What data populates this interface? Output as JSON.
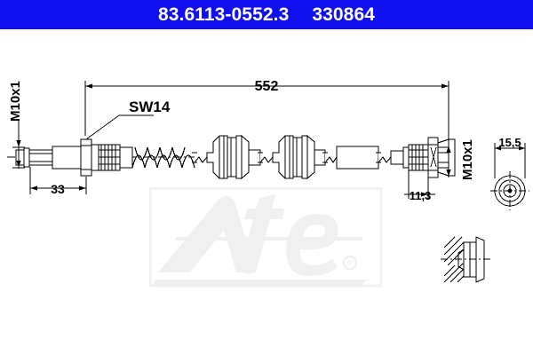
{
  "header": {
    "part_number": "83.6113-0552.3",
    "article_number": "330864",
    "background_color": "#0f0fef",
    "text_color": "#ffffff"
  },
  "drawing": {
    "title": "brake-hose-technical-drawing",
    "background_color": "#ffffff",
    "line_color": "#000000",
    "labels": {
      "thread_left": "M10x1",
      "wrench_size": "SW14",
      "overall_length": "552",
      "left_fitting_length": "33",
      "thread_right": "M10x1",
      "end_view_width": "15,5",
      "right_fitting_length": "11,3"
    },
    "watermark": {
      "brand": "ate",
      "registered_mark": "®",
      "color": "#f0f0f0"
    }
  }
}
